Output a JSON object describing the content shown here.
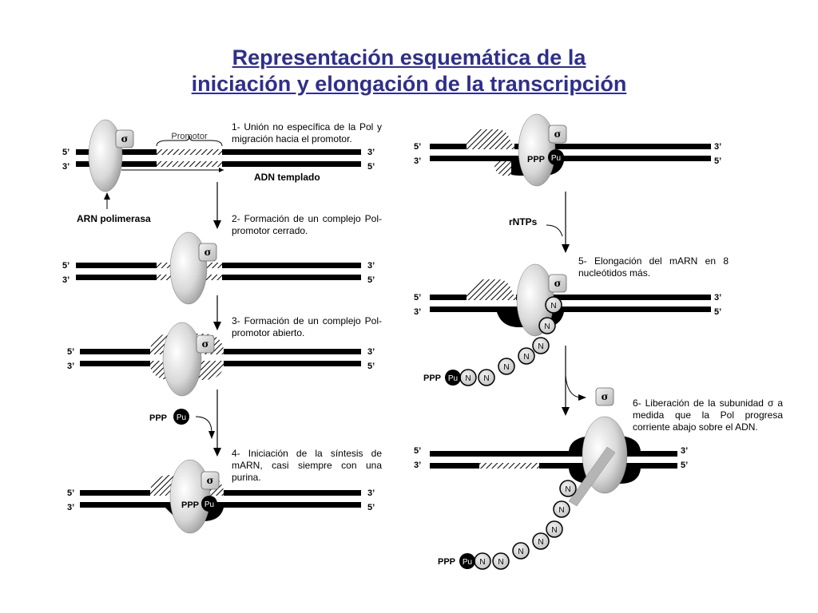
{
  "title": {
    "line1": "Representación esquemática de la",
    "line2": "iniciación y elongación de la transcripción"
  },
  "labels": {
    "five_prime": "5’",
    "three_prime": "3’",
    "sigma": "σ",
    "promotor": "Promotor",
    "adn_templado": "ADN templado",
    "arn_polimerasa": "ARN polimerasa",
    "ppp": "PPP",
    "pu": "Pu",
    "n": "N",
    "rntps": "rNTPs"
  },
  "steps": [
    {
      "id": 1,
      "text": "1- Unión no específica de la Pol y migración hacia el promotor."
    },
    {
      "id": 2,
      "text": "2- Formación de un complejo Pol-promotor cerrado."
    },
    {
      "id": 3,
      "text": "3- Formación de un complejo Pol-promotor abierto."
    },
    {
      "id": 4,
      "text": "4- Iniciación de la síntesis de mARN, casi siempre con una purina."
    },
    {
      "id": 5,
      "text": "5- Elongación del mARN en 8 nucleótidos más."
    },
    {
      "id": 6,
      "text": "6- Liberación de la subunidad σ a medida que la Pol progresa corriente abajo sobre el ADN."
    }
  ],
  "colors": {
    "title": "#2e2e8f",
    "dna": "#000000",
    "nucleotide": "#d9d9d9"
  }
}
